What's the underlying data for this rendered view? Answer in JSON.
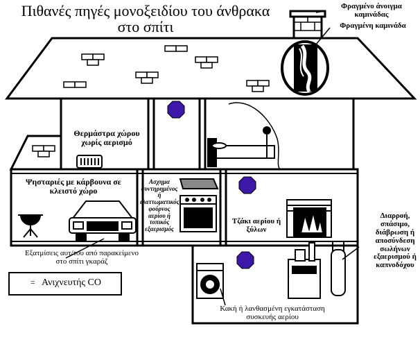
{
  "title_line1": "Πιθανές πηγές μονοξειδίου του άνθρακα",
  "title_line2": "στο σπίτι",
  "labels": {
    "chimney_opening": "Φραγμένο άνοιγμα καμινάδας",
    "chimney_blocked": "Φραγμένη καμινάδα",
    "heater": "Θερμάστρα χώρου χωρίς αερισμό",
    "grill": "Ψησταριές με κάρβουνα σε κλειστό χώρο",
    "oven": "Ασχημα συντηρημένος ή ελαττωματικός φούρνος αερίου ή τοπικός εξαερισμός",
    "fireplace": "Τζάκι αερίου ή ξύλων",
    "exhaust": "Εξατμίσεις αυτ/του από παρακείμενο στο σπίτι γκαράζ",
    "leak": "Διαρροή, σπάσιμο, διάβρωση ή αποσύνδεση σωλήνων εξαερισμού ή καπνοδόχου",
    "bad_install": "Κακή ή λανθασμένη εγκατάσταση συσκευής αερίου"
  },
  "legend": {
    "equals": "=",
    "text": "Ανιχνευτής CO"
  },
  "colors": {
    "detector": "#3d17a8",
    "line": "#000000",
    "background": "#ffffff"
  }
}
